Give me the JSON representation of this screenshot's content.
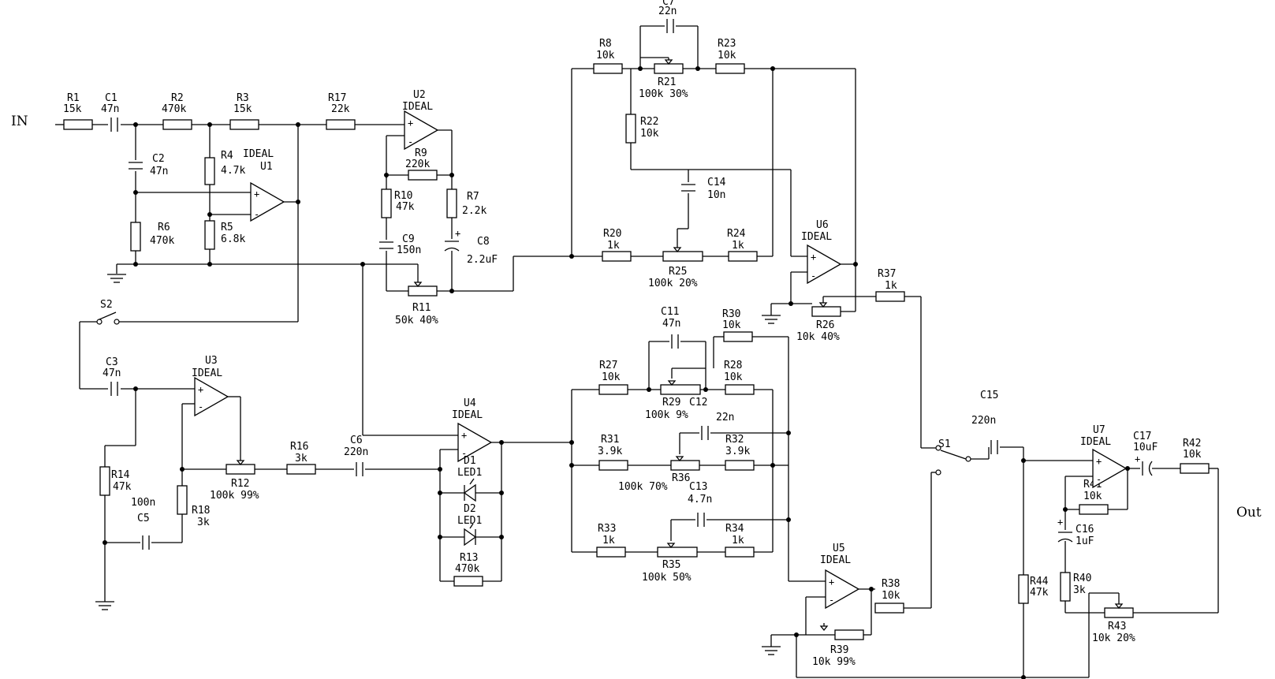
{
  "io": {
    "input": "IN",
    "output": "Out"
  },
  "resistors": [
    {
      "ref": "R1",
      "val": "15k"
    },
    {
      "ref": "R2",
      "val": "470k"
    },
    {
      "ref": "R3",
      "val": "15k"
    },
    {
      "ref": "R4",
      "val": "4.7k"
    },
    {
      "ref": "R5",
      "val": "6.8k"
    },
    {
      "ref": "R6",
      "val": "470k"
    },
    {
      "ref": "R7",
      "val": "2.2k"
    },
    {
      "ref": "R8",
      "val": "10k"
    },
    {
      "ref": "R9",
      "val": "220k"
    },
    {
      "ref": "R10",
      "val": "47k"
    },
    {
      "ref": "R13",
      "val": "470k"
    },
    {
      "ref": "R14",
      "val": "47k"
    },
    {
      "ref": "R16",
      "val": "3k"
    },
    {
      "ref": "R17",
      "val": "22k"
    },
    {
      "ref": "R18",
      "val": "3k"
    },
    {
      "ref": "R20",
      "val": "1k"
    },
    {
      "ref": "R22",
      "val": "10k"
    },
    {
      "ref": "R23",
      "val": "10k"
    },
    {
      "ref": "R24",
      "val": "1k"
    },
    {
      "ref": "R27",
      "val": "10k"
    },
    {
      "ref": "R28",
      "val": "10k"
    },
    {
      "ref": "R30",
      "val": "10k"
    },
    {
      "ref": "R31",
      "val": "3.9k"
    },
    {
      "ref": "R32",
      "val": "3.9k"
    },
    {
      "ref": "R33",
      "val": "1k"
    },
    {
      "ref": "R34",
      "val": "1k"
    },
    {
      "ref": "R37",
      "val": "1k"
    },
    {
      "ref": "R38",
      "val": "10k"
    },
    {
      "ref": "R40",
      "val": "3k"
    },
    {
      "ref": "R41",
      "val": "10k"
    },
    {
      "ref": "R42",
      "val": "10k"
    },
    {
      "ref": "R44",
      "val": "47k"
    }
  ],
  "potentiometers": [
    {
      "ref": "R11",
      "val": "50k 40%"
    },
    {
      "ref": "R12",
      "val": "100k 99%"
    },
    {
      "ref": "R21",
      "val": "100k 30%"
    },
    {
      "ref": "R25",
      "val": "100k 20%"
    },
    {
      "ref": "R26",
      "val": "10k 40%"
    },
    {
      "ref": "R29",
      "val": "100k 9%"
    },
    {
      "ref": "R35",
      "val": "100k 50%"
    },
    {
      "ref": "R36",
      "val": "100k 70%"
    },
    {
      "ref": "R39",
      "val": "10k 99%"
    },
    {
      "ref": "R43",
      "val": "10k 20%"
    }
  ],
  "capacitors": [
    {
      "ref": "C1",
      "val": "47n"
    },
    {
      "ref": "C2",
      "val": "47n"
    },
    {
      "ref": "C3",
      "val": "47n"
    },
    {
      "ref": "C5",
      "val": "100n"
    },
    {
      "ref": "C6",
      "val": "220n"
    },
    {
      "ref": "C7",
      "val": "22n"
    },
    {
      "ref": "C8",
      "val": "2.2uF"
    },
    {
      "ref": "C9",
      "val": "150n"
    },
    {
      "ref": "C11",
      "val": "47n"
    },
    {
      "ref": "C12",
      "val": "22n"
    },
    {
      "ref": "C13",
      "val": "4.7n"
    },
    {
      "ref": "C14",
      "val": "10n"
    },
    {
      "ref": "C15",
      "val": "220n"
    },
    {
      "ref": "C16",
      "val": "1uF"
    },
    {
      "ref": "C17",
      "val": "10uF"
    }
  ],
  "opamps": [
    {
      "ref": "U1",
      "model": "IDEAL"
    },
    {
      "ref": "U2",
      "model": "IDEAL"
    },
    {
      "ref": "U3",
      "model": "IDEAL"
    },
    {
      "ref": "U4",
      "model": "IDEAL"
    },
    {
      "ref": "U5",
      "model": "IDEAL"
    },
    {
      "ref": "U6",
      "model": "IDEAL"
    },
    {
      "ref": "U7",
      "model": "IDEAL"
    }
  ],
  "diodes": [
    {
      "ref": "D1",
      "model": "LED1"
    },
    {
      "ref": "D2",
      "model": "LED1"
    }
  ],
  "switches": [
    {
      "ref": "S1"
    },
    {
      "ref": "S2"
    }
  ],
  "pin_signs": {
    "plus": "+",
    "minus": "-"
  }
}
